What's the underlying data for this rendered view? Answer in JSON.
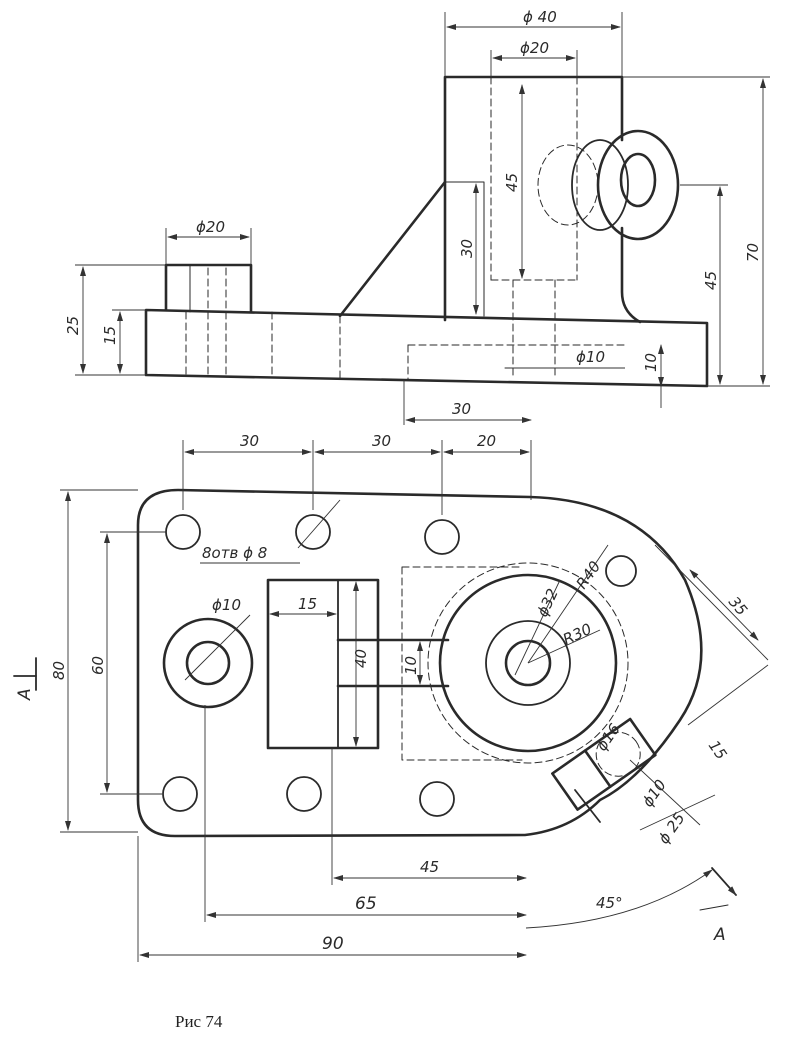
{
  "caption": "Рис 74",
  "top_view": {
    "dims": {
      "phi40": "ϕ 40",
      "phi20_top": "ϕ20",
      "d45_v": "45",
      "d30_v": "30",
      "phi20_left": "ϕ20",
      "d25": "25",
      "d15": "15",
      "phi10": "ϕ10",
      "d10": "10",
      "d30_h": "30",
      "d45_right": "45",
      "d70": "70"
    }
  },
  "plan_view": {
    "dims": {
      "d30_a": "30",
      "d30_b": "30",
      "d20": "20",
      "holes_note": "8отв ϕ 8",
      "phi10": "ϕ10",
      "d15": "15",
      "d40": "40",
      "d10": "10",
      "phi32": "ϕ32",
      "r40": "R40",
      "r30": "R30",
      "d35": "35",
      "phi16": "ϕ16",
      "d15_b": "15",
      "phi10_b": "ϕ10",
      "phi25": "ϕ 25",
      "d80": "80",
      "d60": "60",
      "d45": "45",
      "d65": "65",
      "d90": "90",
      "angle": "45°",
      "view_a": "A",
      "arrow_label": "A"
    }
  }
}
